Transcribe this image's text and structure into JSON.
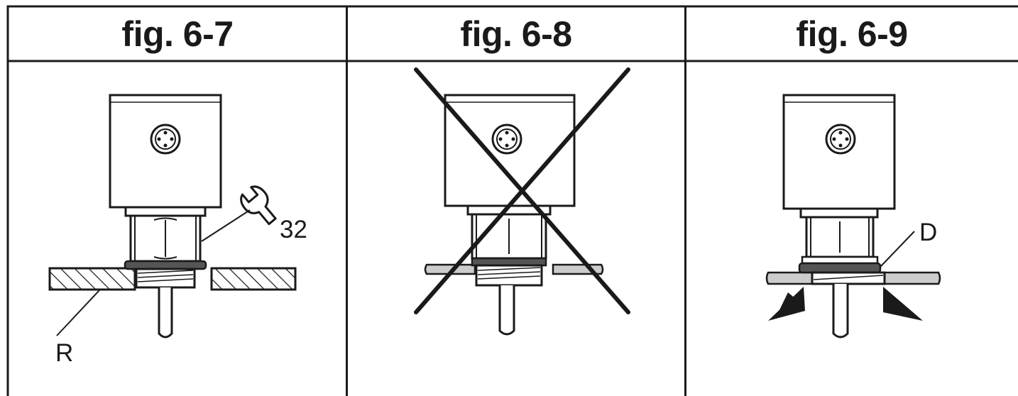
{
  "figures": [
    {
      "title": "fig. 6-7",
      "labels": {
        "wrench_size": "32",
        "surface": "R"
      }
    },
    {
      "title": "fig. 6-8"
    },
    {
      "title": "fig. 6-9",
      "labels": {
        "seal": "D"
      }
    }
  ],
  "colors": {
    "line": "#1a1a1a",
    "panel_fill": "#ffffff",
    "seal_fill": "#555555",
    "plate_fill": "#cccccc"
  }
}
